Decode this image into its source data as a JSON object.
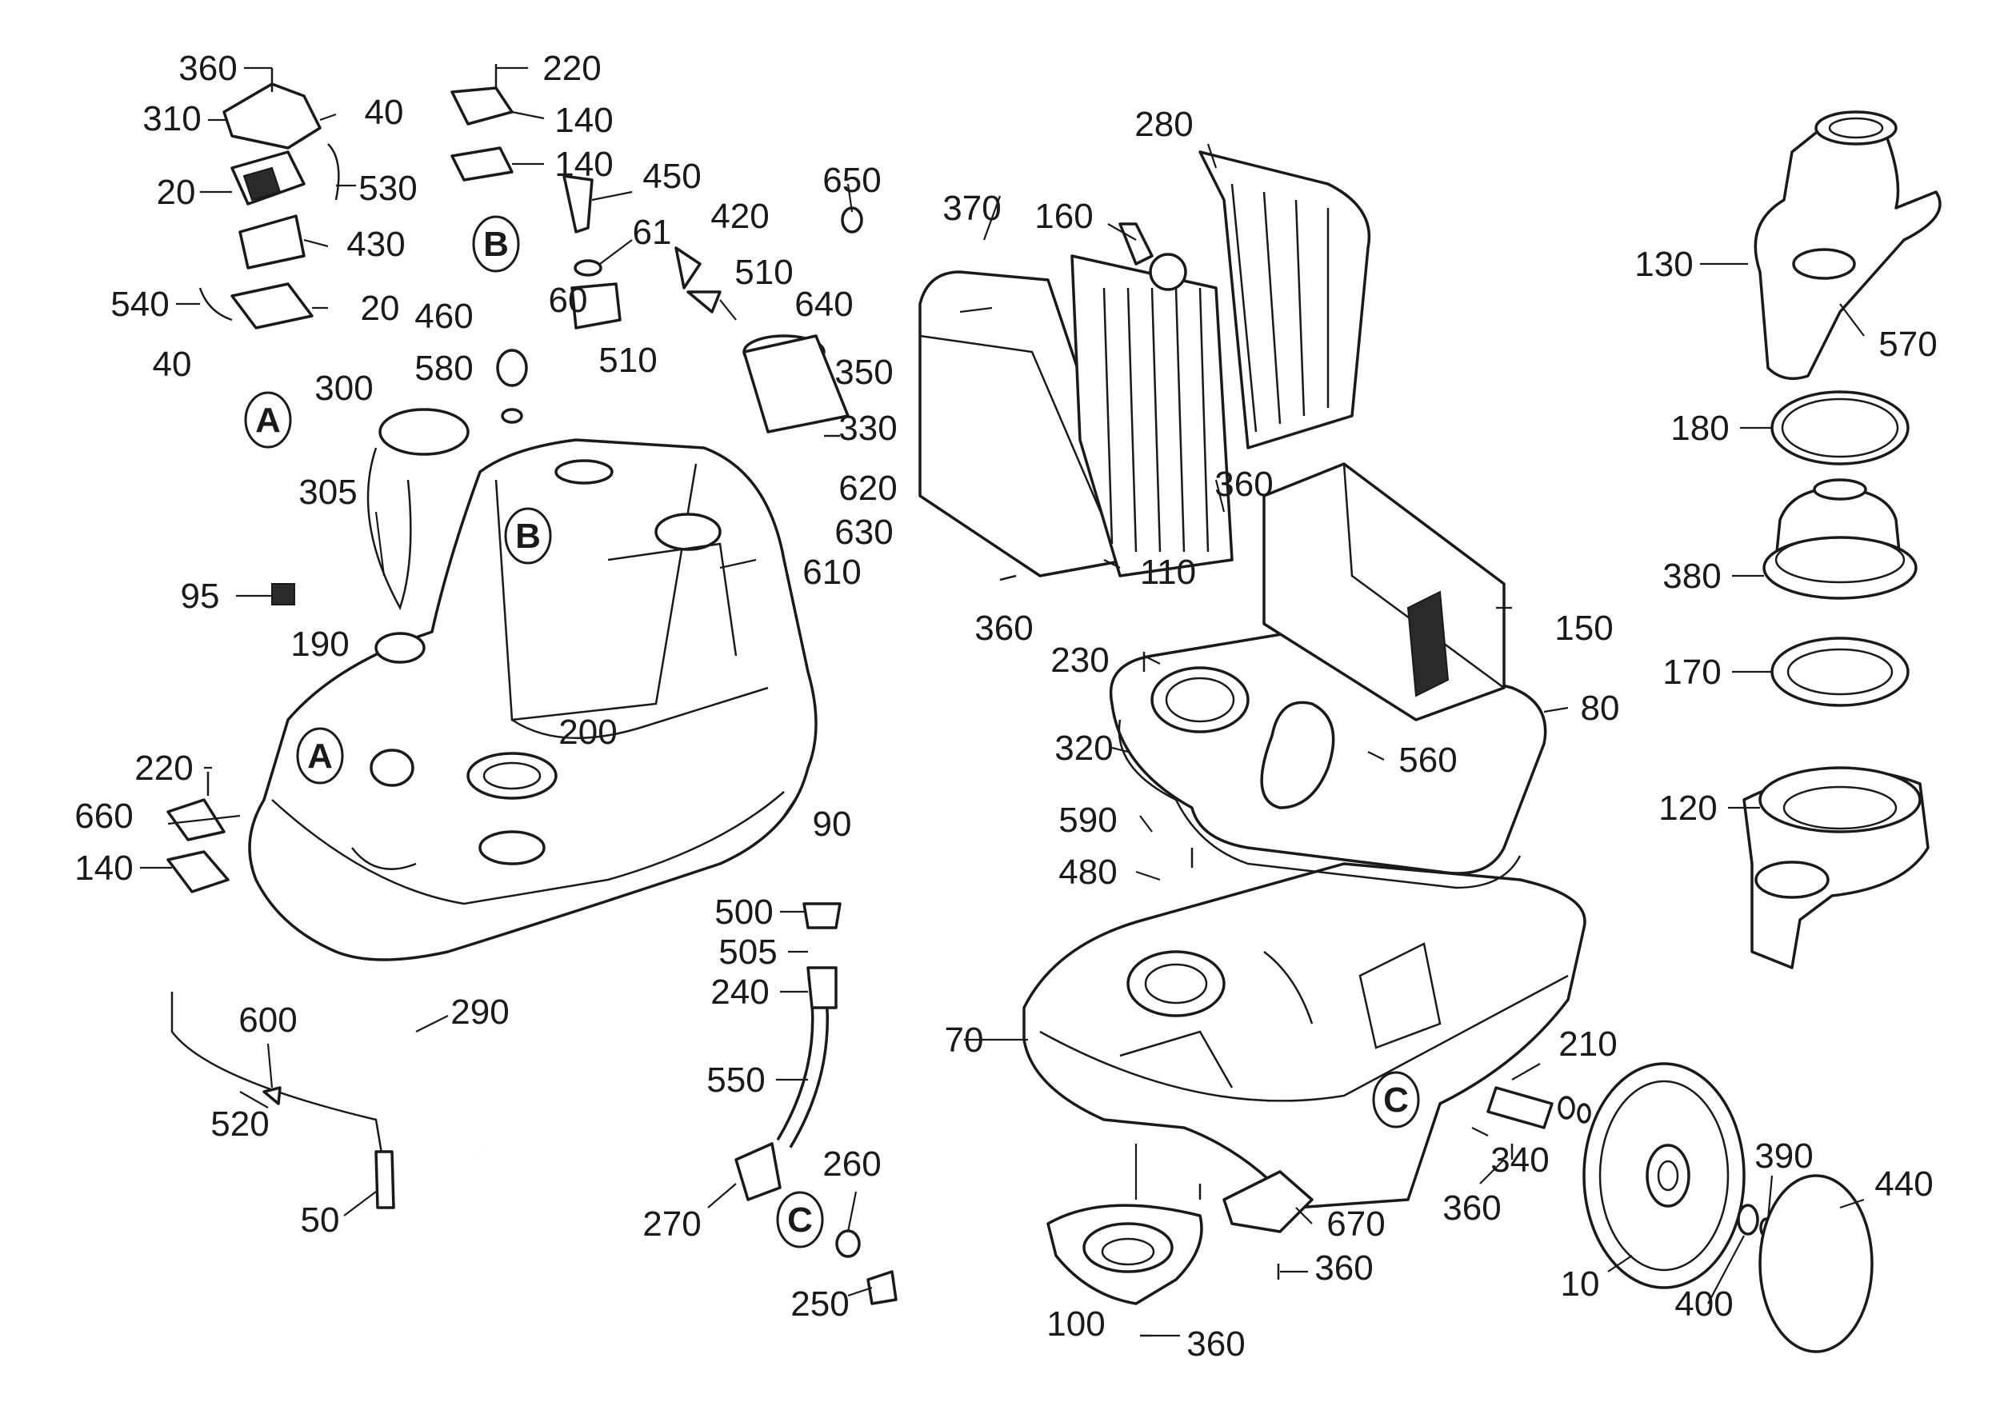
{
  "diagram": {
    "labels": [
      "360",
      "310",
      "20",
      "540",
      "40",
      "40",
      "530",
      "430",
      "20",
      "220",
      "140",
      "140",
      "450",
      "61",
      "60",
      "650",
      "420",
      "510",
      "640",
      "460",
      "580",
      "300",
      "305",
      "510",
      "350",
      "330",
      "620",
      "630",
      "610",
      "95",
      "190",
      "200",
      "90",
      "220",
      "660",
      "140",
      "370",
      "160",
      "280",
      "360",
      "110",
      "360",
      "150",
      "230",
      "80",
      "320",
      "560",
      "590",
      "480",
      "70",
      "210",
      "340",
      "360",
      "670",
      "360",
      "100",
      "360",
      "10",
      "400",
      "390",
      "440",
      "130",
      "570",
      "180",
      "380",
      "170",
      "120",
      "500",
      "505",
      "240",
      "550",
      "260",
      "270",
      "250",
      "600",
      "520",
      "50",
      "290"
    ],
    "refs": [
      "A",
      "A",
      "B",
      "B",
      "C",
      "C"
    ]
  }
}
